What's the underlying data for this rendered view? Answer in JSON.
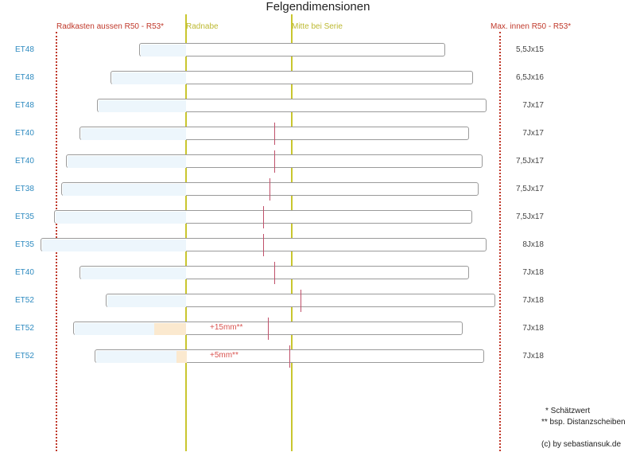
{
  "title": "Felgendimensionen",
  "references": {
    "radkasten_label": "Radkasten aussen R50 - R53*",
    "radnabe_label": "Radnabe",
    "mitte_label": "Mitte bei Serie",
    "max_innen_label": "Max. innen R50 - R53*"
  },
  "colors": {
    "red": "#c0392b",
    "yellow": "#c9c62e",
    "et_blue": "#2e8bc0",
    "inner_fill": "#edf6fc",
    "spacer_fill": "#fbe9cf"
  },
  "rows": [
    {
      "et": "ET48",
      "dim": "5,5Jx15",
      "spacer": ""
    },
    {
      "et": "ET48",
      "dim": "6,5Jx16",
      "spacer": ""
    },
    {
      "et": "ET48",
      "dim": "7Jx17",
      "spacer": ""
    },
    {
      "et": "ET40",
      "dim": "7Jx17",
      "spacer": ""
    },
    {
      "et": "ET40",
      "dim": "7,5Jx17",
      "spacer": ""
    },
    {
      "et": "ET38",
      "dim": "7,5Jx17",
      "spacer": ""
    },
    {
      "et": "ET35",
      "dim": "7,5Jx17",
      "spacer": ""
    },
    {
      "et": "ET35",
      "dim": "8Jx18",
      "spacer": ""
    },
    {
      "et": "ET40",
      "dim": "7Jx18",
      "spacer": ""
    },
    {
      "et": "ET52",
      "dim": "7Jx18",
      "spacer": ""
    },
    {
      "et": "ET52",
      "dim": "7Jx18",
      "spacer": "+15mm**"
    },
    {
      "et": "ET52",
      "dim": "7Jx18",
      "spacer": "+5mm**"
    }
  ],
  "notes": {
    "estimate": "* Schätzwert",
    "spacer_example": "** bsp. Distanzscheiben",
    "copyright": "(c) by sebastiansuk.de"
  }
}
